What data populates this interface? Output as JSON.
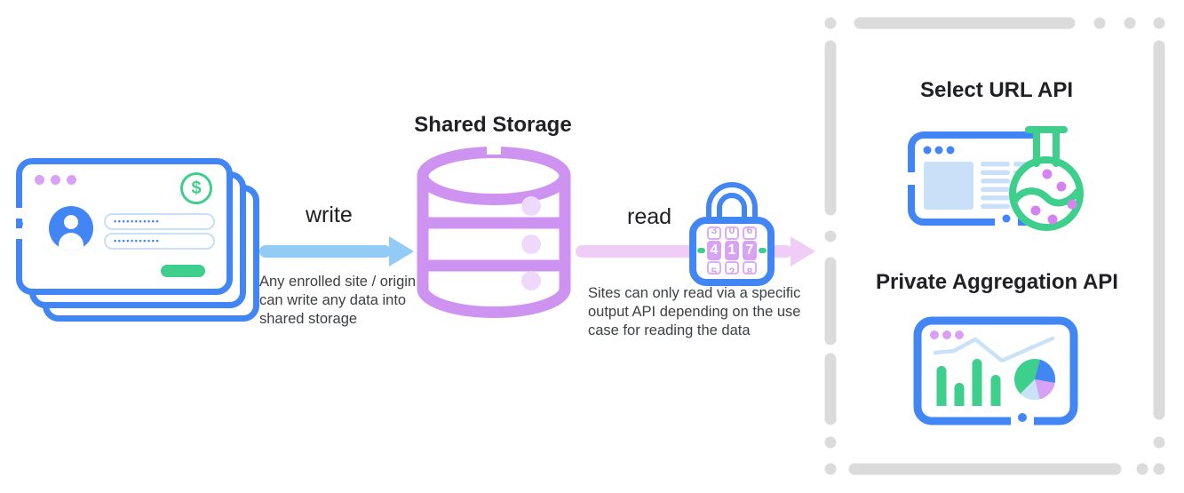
{
  "left_windows": {
    "stacked_windows": 3,
    "dollar_symbol": "$",
    "password_value": "•••••••••••"
  },
  "write_flow": {
    "label": "write",
    "caption": "Any enrolled site / origin can write any data into shared storage"
  },
  "storage": {
    "title": "Shared Storage"
  },
  "read_flow": {
    "label": "read",
    "caption": "Sites can only read via a specific output API depending on the use case for reading the data",
    "lock_digits": [
      "4",
      "1",
      "7"
    ],
    "digits_above": [
      "3",
      "0",
      "6"
    ],
    "digits_below": [
      "5",
      "2",
      "8"
    ]
  },
  "output_apis": {
    "select_url": {
      "title": "Select URL API"
    },
    "private_aggregation": {
      "title": "Private Aggregation API"
    }
  },
  "icons": {
    "browser-window-stack": "css-rounded-rects",
    "window-dots": "css-circles",
    "dollar-icon": "circle-with-$",
    "user-avatar-icon": "circle-person",
    "database-icon": "svg-cylinder",
    "combination-lock-icon": "svg-padlock-with-dials",
    "select-url-api-icon": "svg-browser-with-flask",
    "private-aggregation-api-icon": "svg-dashboard-charts",
    "privacy-boundary": "dashed-rounded-border"
  },
  "colors": {
    "blue": "#4285F4",
    "light_blue_arrow": "#92CBF5",
    "pale_blue": "#C9E0F8",
    "purple": "#CE93F0",
    "purple_dots": "#D9A0F5",
    "pink_arrow": "#EFCDF6",
    "green": "#3ECF8C",
    "gray_dash": "#DBDBDB",
    "text": "#202124",
    "caption_text": "#3C4043"
  }
}
